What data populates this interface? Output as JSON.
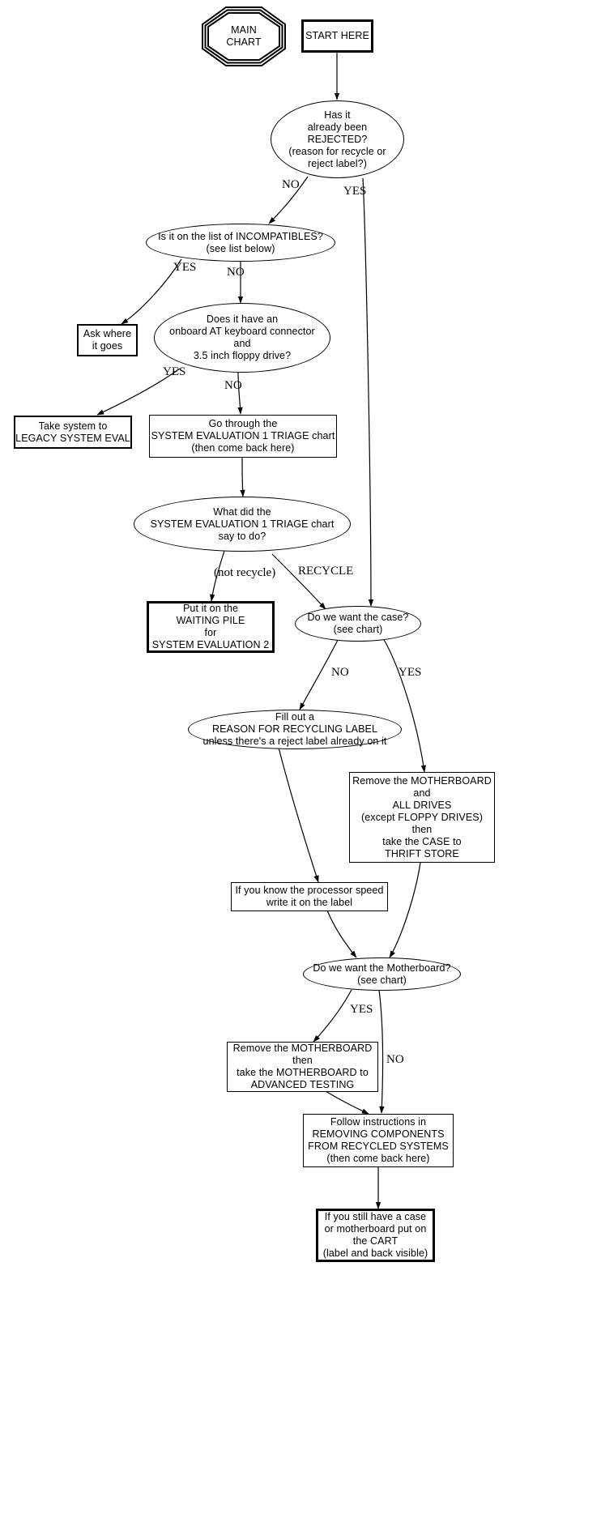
{
  "chart": {
    "title": "MAIN CHART",
    "type": "flowchart"
  },
  "nodes": {
    "main_chart": "MAIN\nCHART",
    "start_here": "START HERE",
    "rejected": "Has it\nalready been\nREJECTED?\n(reason for recycle or\nreject label?)",
    "incompatibles": "Is it on the list of INCOMPATIBLES?\n(see list below)",
    "ask_where": "Ask where\nit goes",
    "at_keyboard": "Does it have an\nonboard AT keyboard connector\nand\n3.5 inch floppy drive?",
    "legacy_eval": "Take system to\nLEGACY SYSTEM EVAL",
    "go_through": "Go through the\nSYSTEM EVALUATION 1 TRIAGE chart\n(then come back here)",
    "what_did": "What did the\nSYSTEM EVALUATION 1 TRIAGE chart\nsay to do?",
    "waiting_pile": "Put it on the\nWAITING PILE\nfor\nSYSTEM EVALUATION 2",
    "want_case": "Do we want the case?\n(see chart)",
    "fill_out": "Fill out a\nREASON FOR RECYCLING LABEL\nunless there's a reject label already on it",
    "remove_mb_case": "Remove the MOTHERBOARD\nand\nALL DRIVES\n(except FLOPPY DRIVES)\nthen\ntake the CASE to\nTHRIFT STORE",
    "processor_speed": "If you know the processor speed\nwrite it on the label",
    "want_mb": "Do we want the Motherboard?\n(see chart)",
    "remove_mb_adv": "Remove the MOTHERBOARD\nthen\ntake the MOTHERBOARD to\nADVANCED TESTING",
    "follow_instructions": "Follow instructions in\nREMOVING COMPONENTS\nFROM RECYCLED SYSTEMS\n(then come back here)",
    "cart": "If you still have a case\nor motherboard put on\nthe CART\n(label and back visible)"
  },
  "edge_labels": {
    "rejected_no": "NO",
    "rejected_yes": "YES",
    "incompat_yes": "YES",
    "incompat_no": "NO",
    "at_yes": "YES",
    "at_no": "NO",
    "not_recycle": "(not recycle)",
    "recycle": "RECYCLE",
    "case_no": "NO",
    "case_yes": "YES",
    "mb_yes": "YES",
    "mb_no": "NO"
  },
  "colors": {
    "stroke": "#000000",
    "background": "#ffffff"
  }
}
